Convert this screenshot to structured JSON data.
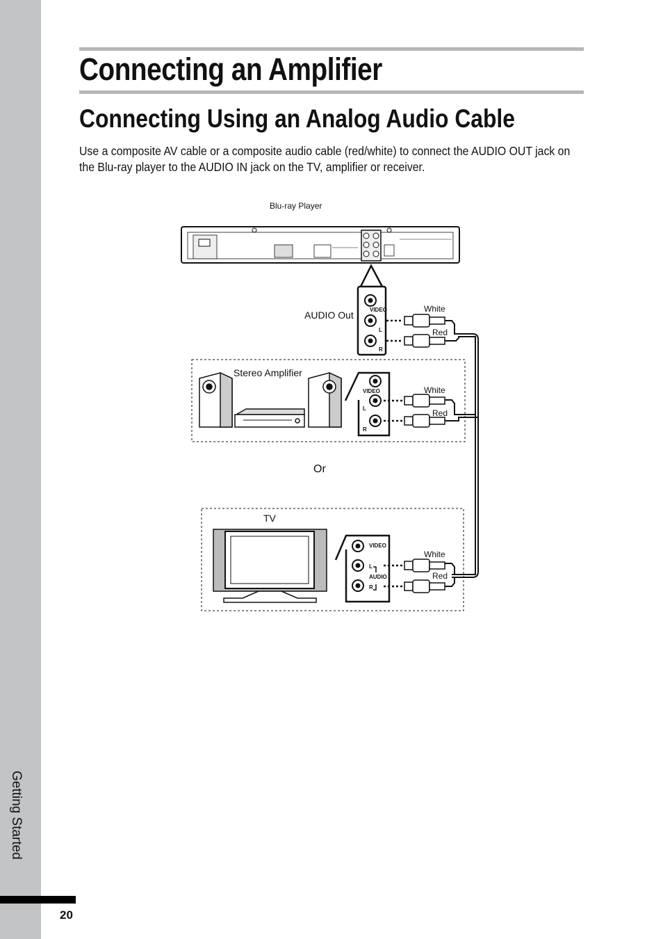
{
  "sidebar": {
    "section": "Getting Started"
  },
  "footer": {
    "page_number": "20"
  },
  "heading": "Connecting an Amplifier",
  "subheading": "Connecting Using an Analog Audio Cable",
  "paragraph": "Use a composite AV cable or a composite audio cable (red/white) to connect the AUDIO OUT jack on the Blu-ray player to the AUDIO IN jack on the TV, amplifier or receiver.",
  "diagram": {
    "player_label": "Blu-ray Player",
    "audio_out_label": "AUDIO Out",
    "amplifier_label": "Stereo Amplifier",
    "or_label": "Or",
    "tv_label": "TV",
    "white": "White",
    "red": "Red",
    "video": "VIDEO",
    "left": "L",
    "right": "R",
    "audio": "AUDIO"
  }
}
